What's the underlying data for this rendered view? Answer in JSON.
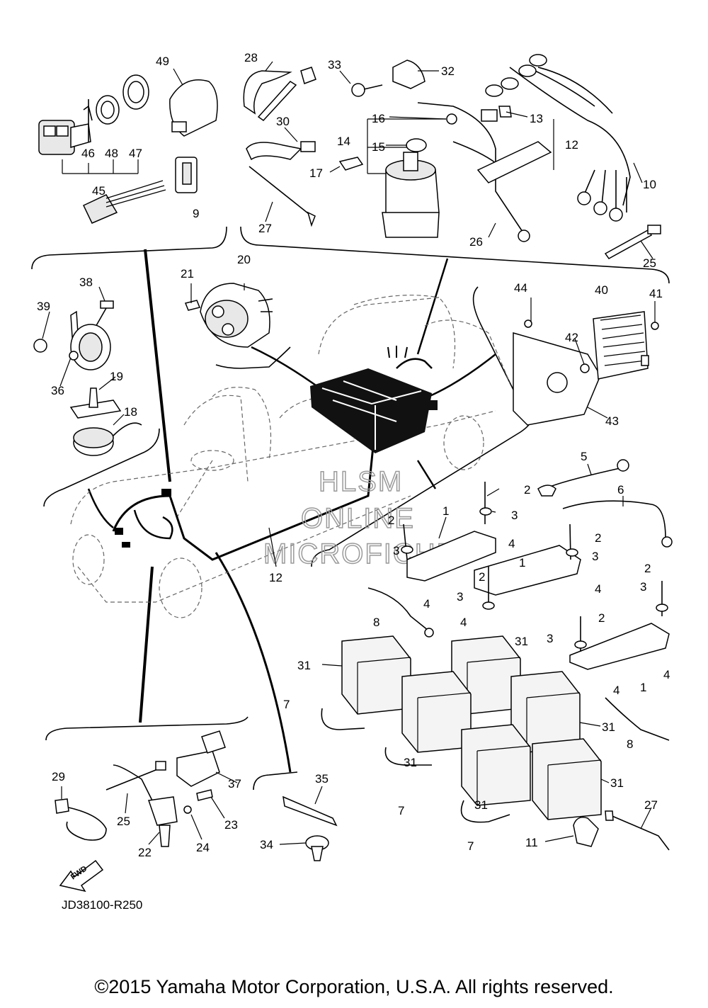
{
  "diagram": {
    "part_labels": [
      {
        "id": "l49",
        "text": "49"
      },
      {
        "id": "l46",
        "text": "46"
      },
      {
        "id": "l48",
        "text": "48"
      },
      {
        "id": "l47",
        "text": "47"
      },
      {
        "id": "l45",
        "text": "45"
      },
      {
        "id": "l9",
        "text": "9"
      },
      {
        "id": "l28",
        "text": "28"
      },
      {
        "id": "l30",
        "text": "30"
      },
      {
        "id": "l27a",
        "text": "27"
      },
      {
        "id": "l33",
        "text": "33"
      },
      {
        "id": "l32",
        "text": "32"
      },
      {
        "id": "l16",
        "text": "16"
      },
      {
        "id": "l14",
        "text": "14"
      },
      {
        "id": "l15",
        "text": "15"
      },
      {
        "id": "l17",
        "text": "17"
      },
      {
        "id": "l13",
        "text": "13"
      },
      {
        "id": "l12a",
        "text": "12"
      },
      {
        "id": "l10",
        "text": "10"
      },
      {
        "id": "l26",
        "text": "26"
      },
      {
        "id": "l25a",
        "text": "25"
      },
      {
        "id": "l38",
        "text": "38"
      },
      {
        "id": "l39",
        "text": "39"
      },
      {
        "id": "l36",
        "text": "36"
      },
      {
        "id": "l19",
        "text": "19"
      },
      {
        "id": "l18",
        "text": "18"
      },
      {
        "id": "l21",
        "text": "21"
      },
      {
        "id": "l20",
        "text": "20"
      },
      {
        "id": "l44",
        "text": "44"
      },
      {
        "id": "l40",
        "text": "40"
      },
      {
        "id": "l41",
        "text": "41"
      },
      {
        "id": "l42",
        "text": "42"
      },
      {
        "id": "l43",
        "text": "43"
      },
      {
        "id": "l5",
        "text": "5"
      },
      {
        "id": "l6",
        "text": "6"
      },
      {
        "id": "l2a",
        "text": "2"
      },
      {
        "id": "l1a",
        "text": "1"
      },
      {
        "id": "l3a",
        "text": "3"
      },
      {
        "id": "l2b",
        "text": "2"
      },
      {
        "id": "l3b",
        "text": "3"
      },
      {
        "id": "l4a",
        "text": "4"
      },
      {
        "id": "l2c",
        "text": "2"
      },
      {
        "id": "l3c",
        "text": "3"
      },
      {
        "id": "l1b",
        "text": "1"
      },
      {
        "id": "l4b",
        "text": "4"
      },
      {
        "id": "l2d",
        "text": "2"
      },
      {
        "id": "l3d",
        "text": "3"
      },
      {
        "id": "l4c",
        "text": "4"
      },
      {
        "id": "l4d",
        "text": "4"
      },
      {
        "id": "l2e",
        "text": "2"
      },
      {
        "id": "l3e",
        "text": "3"
      },
      {
        "id": "l3f",
        "text": "3"
      },
      {
        "id": "l2f",
        "text": "2"
      },
      {
        "id": "l4e",
        "text": "4"
      },
      {
        "id": "l1c",
        "text": "1"
      },
      {
        "id": "l4f",
        "text": "4"
      },
      {
        "id": "l12b",
        "text": "12"
      },
      {
        "id": "l8a",
        "text": "8"
      },
      {
        "id": "l31a",
        "text": "31"
      },
      {
        "id": "l31b",
        "text": "31"
      },
      {
        "id": "l7a",
        "text": "7"
      },
      {
        "id": "l31c",
        "text": "31"
      },
      {
        "id": "l7b",
        "text": "7"
      },
      {
        "id": "l31d",
        "text": "31"
      },
      {
        "id": "l7c",
        "text": "7"
      },
      {
        "id": "l31e",
        "text": "31"
      },
      {
        "id": "l31f",
        "text": "31"
      },
      {
        "id": "l8b",
        "text": "8"
      },
      {
        "id": "l27b",
        "text": "27"
      },
      {
        "id": "l11",
        "text": "11"
      },
      {
        "id": "l29",
        "text": "29"
      },
      {
        "id": "l25b",
        "text": "25"
      },
      {
        "id": "l22",
        "text": "22"
      },
      {
        "id": "l24",
        "text": "24"
      },
      {
        "id": "l23",
        "text": "23"
      },
      {
        "id": "l37",
        "text": "37"
      },
      {
        "id": "l35",
        "text": "35"
      },
      {
        "id": "l34",
        "text": "34"
      }
    ],
    "watermark": [
      "HLSM",
      "ONLINE",
      "MICROFICHE"
    ],
    "fwd_label": "FWD",
    "doc_code": "JD38100-R250",
    "copyright": "©2015 Yamaha Motor Corporation, U.S.A. All rights reserved."
  }
}
